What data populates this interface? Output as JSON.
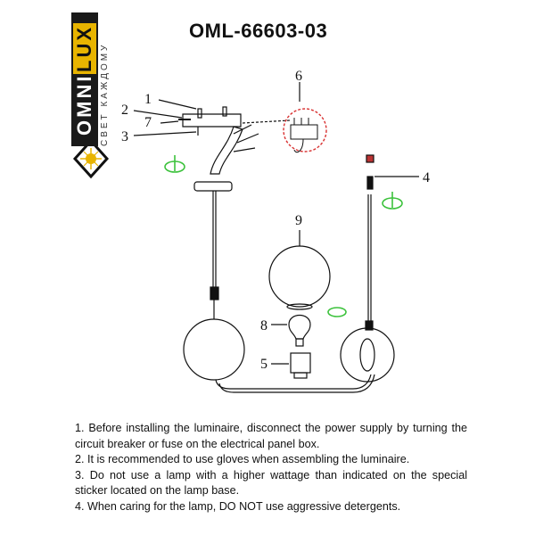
{
  "header": {
    "model_number": "OML-66603-03",
    "brand": {
      "part1": "OMNI",
      "part2": "LUX",
      "tagline": "СВЕТ КАЖДОМУ"
    }
  },
  "diagram": {
    "callouts": [
      "1",
      "2",
      "7",
      "3",
      "6",
      "4",
      "9",
      "8",
      "5"
    ]
  },
  "instructions": [
    "1. Before installing the luminaire, disconnect the power supply by turning the circuit breaker or fuse on the electrical panel box.",
    "2. It is recommended to use gloves when assembling the luminaire.",
    "3. Do not use a lamp with a higher wattage than indicated on the special sticker located on the lamp base.",
    "4. When caring for the lamp, DO NOT use aggressive detergents."
  ],
  "colors": {
    "accent": "#e8b400",
    "rotate_arrow": "#3cc23c",
    "detail_circle": "#d83030"
  }
}
